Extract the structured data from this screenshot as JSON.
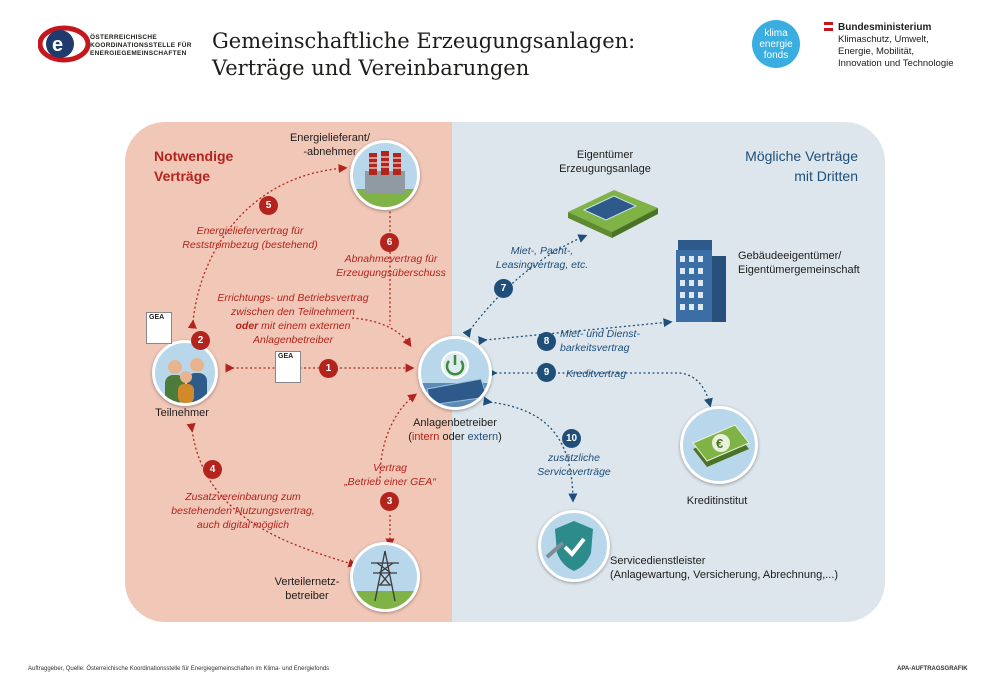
{
  "header": {
    "title_line1": "Gemeinschaftliche Erzeugungsanlagen:",
    "title_line2": "Verträge und Vereinbarungen",
    "org_logo_text": [
      "ÖSTERREICHISCHE",
      "KOORDINATIONSSTELLE FÜR",
      "ENERGIEGEMEINSCHAFTEN"
    ],
    "klima_logo_text": [
      "klima",
      "energie",
      "fonds"
    ],
    "ministry_name": "Bundesministerium",
    "ministry_lines": [
      "Klimaschutz, Umwelt,",
      "Energie, Mobilität,",
      "Innovation und Technologie"
    ]
  },
  "sections": {
    "left_line1": "Notwendige",
    "left_line2": "Verträge",
    "right_line1": "Mögliche Verträge",
    "right_line2": "mit Dritten"
  },
  "nodes": {
    "supplier_line1": "Energielieferant/",
    "supplier_line2": "-abnehmer",
    "participants": "Teilnehmer",
    "operator_line1": "Anlagenbetreiber",
    "operator_line2_a": "(",
    "operator_intern": "intern",
    "operator_oder": " oder ",
    "operator_extern": "extern",
    "operator_line2_b": ")",
    "grid_line1": "Verteilernetz-",
    "grid_line2": "betreiber",
    "owner_line1": "Eigentümer",
    "owner_line2": "Erzeugungsanlage",
    "building_line1": "Gebäudeeigentümer/",
    "building_line2": "Eigentümergemeinschaft",
    "bank": "Kreditinstitut",
    "service_line1": "Servicedienstleister",
    "service_line2": "(Anlagewartung, Versicherung, Abrechnung,...)",
    "doc_label": "GEA"
  },
  "contracts": {
    "c1_number": "1",
    "c1_line1": "Errichtungs- und Betriebsvertrag",
    "c1_line2": "zwischen den Teilnehmern",
    "c1_line3_bold": "oder",
    "c1_line3_rest": " mit einem externen",
    "c1_line4": "Anlagenbetreiber",
    "c2_number": "2",
    "c3_number": "3",
    "c3_line1": "Vertrag",
    "c3_line2": "„Betrieb einer GEA“",
    "c4_number": "4",
    "c4_line1": "Zusatzvereinbarung zum",
    "c4_line2": "bestehenden Nutzungsvertrag,",
    "c4_line3": "auch digital möglich",
    "c5_number": "5",
    "c5_line1": "Energieliefervertrag für",
    "c5_line2": "Reststrombezug (bestehend)",
    "c6_number": "6",
    "c6_line1": "Abnahmevertrag für",
    "c6_line2": "Erzeugungsüberschuss",
    "c7_number": "7",
    "c7_line1": "Miet-, Pacht-,",
    "c7_line2": "Leasingvertrag, etc.",
    "c8_number": "8",
    "c8_line1": "Miet- und Dienst-",
    "c8_line2": "barkeitsvertrag",
    "c9_number": "9",
    "c9_line1": "Kreditvertrag",
    "c10_number": "10",
    "c10_line1": "zusätzliche",
    "c10_line2": "Serviceverträge"
  },
  "footer": {
    "source": "Auftraggeber, Quelle: Österreichische Koordinationsstelle für Energiegemeinschaften im Klima- und Energiefonds",
    "credit": "APA-AUFTRAGSGRAFIK"
  },
  "icons": [
    "logo-e-icon",
    "klima-fonds-logo-icon",
    "austria-flag-icon",
    "transformer-icon",
    "people-icon",
    "power-solar-icon",
    "pylon-icon",
    "solar-roof-icon",
    "building-icon",
    "banknote-icon",
    "shield-check-icon",
    "document-icon"
  ],
  "colors": {
    "left_panel": "#f1c7b8",
    "right_panel": "#dde6ec",
    "red_accent": "#b3241c",
    "blue_accent": "#1f4e79",
    "icon_circle": "#b9d7ea"
  }
}
